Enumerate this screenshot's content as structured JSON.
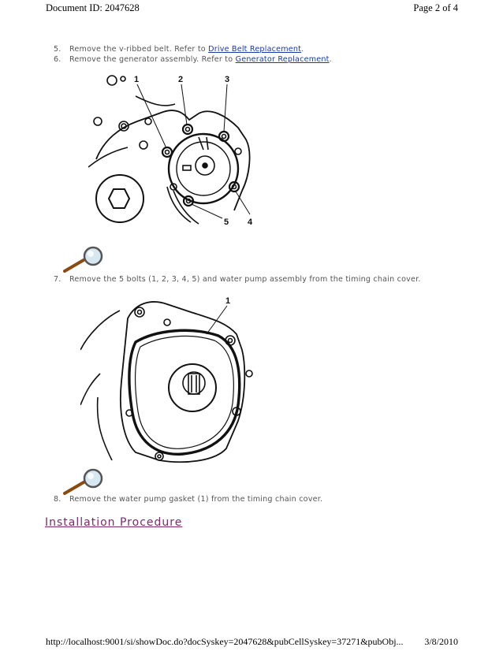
{
  "header": {
    "doc_id": "Document ID: 2047628",
    "page": "Page 2 of 4"
  },
  "steps": {
    "s5": {
      "num": "5.",
      "text": "Remove the v-ribbed belt. Refer to ",
      "link": "Drive Belt Replacement",
      "tail": "."
    },
    "s6": {
      "num": "6.",
      "text": "Remove the generator assembly. Refer to ",
      "link": "Generator Replacement",
      "tail": "."
    },
    "s7": {
      "num": "7.",
      "text": "Remove the 5 bolts (1, 2, 3, 4, 5) and water pump assembly from the timing chain cover."
    },
    "s8": {
      "num": "8.",
      "text": "Remove the water pump gasket (1) from the timing chain cover."
    }
  },
  "figure1": {
    "callouts": [
      "1",
      "2",
      "3",
      "4",
      "5"
    ]
  },
  "figure2": {
    "callouts": [
      "1"
    ]
  },
  "section": {
    "title": "Installation Procedure"
  },
  "footer": {
    "url": "http://localhost:9001/si/showDoc.do?docSyskey=2047628&pubCellSyskey=37271&pubObj...",
    "date": "3/8/2010"
  },
  "icons": {
    "zoom1": "magnifier-icon",
    "zoom2": "magnifier-icon"
  },
  "colors": {
    "link": "#1a3aa8",
    "section": "#7a2a6a"
  }
}
